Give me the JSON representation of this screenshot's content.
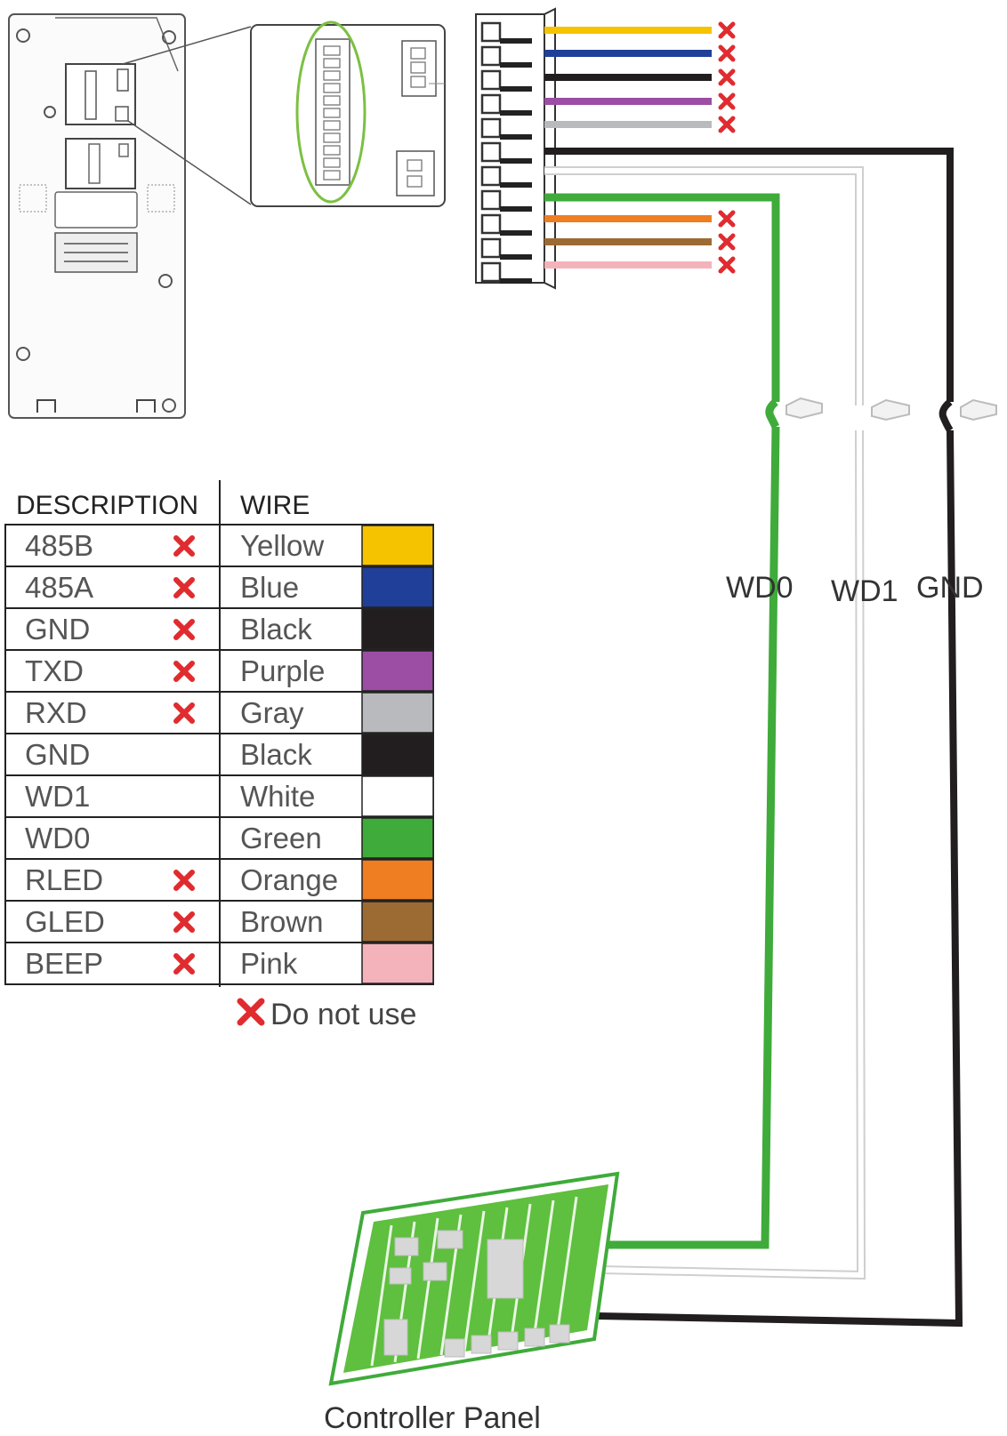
{
  "table": {
    "headers": {
      "description": "DESCRIPTION",
      "wire": "WIRE"
    },
    "rows": [
      {
        "description": "485B",
        "wire": "Yellow",
        "color": "#f6c300",
        "do_not_use": true
      },
      {
        "description": "485A",
        "wire": "Blue",
        "color": "#1f3f98",
        "do_not_use": true
      },
      {
        "description": "GND",
        "wire": "Black",
        "color": "#221e1f",
        "do_not_use": true
      },
      {
        "description": "TXD",
        "wire": "Purple",
        "color": "#9b4ea3",
        "do_not_use": true
      },
      {
        "description": "RXD",
        "wire": "Gray",
        "color": "#b9babd",
        "do_not_use": true
      },
      {
        "description": "GND",
        "wire": "Black",
        "color": "#221e1f",
        "do_not_use": false
      },
      {
        "description": "WD1",
        "wire": "White",
        "color": "#ffffff",
        "do_not_use": false
      },
      {
        "description": "WD0",
        "wire": "Green",
        "color": "#3fab3a",
        "do_not_use": false
      },
      {
        "description": "RLED",
        "wire": "Orange",
        "color": "#ef7d22",
        "do_not_use": true
      },
      {
        "description": "GLED",
        "wire": "Brown",
        "color": "#9c6a33",
        "do_not_use": true
      },
      {
        "description": "BEEP",
        "wire": "Pink",
        "color": "#f4b3bb",
        "do_not_use": true
      }
    ]
  },
  "legend": {
    "do_not_use_text": "Do not use",
    "mark_color": "#e02b2f"
  },
  "connections": [
    {
      "label": "WD0",
      "color": "#3fab3a"
    },
    {
      "label": "WD1",
      "color": "#ffffff"
    },
    {
      "label": "GND",
      "color": "#221e1f"
    }
  ],
  "controller": {
    "label": "Controller Panel",
    "board_color": "#5fbf3f"
  }
}
